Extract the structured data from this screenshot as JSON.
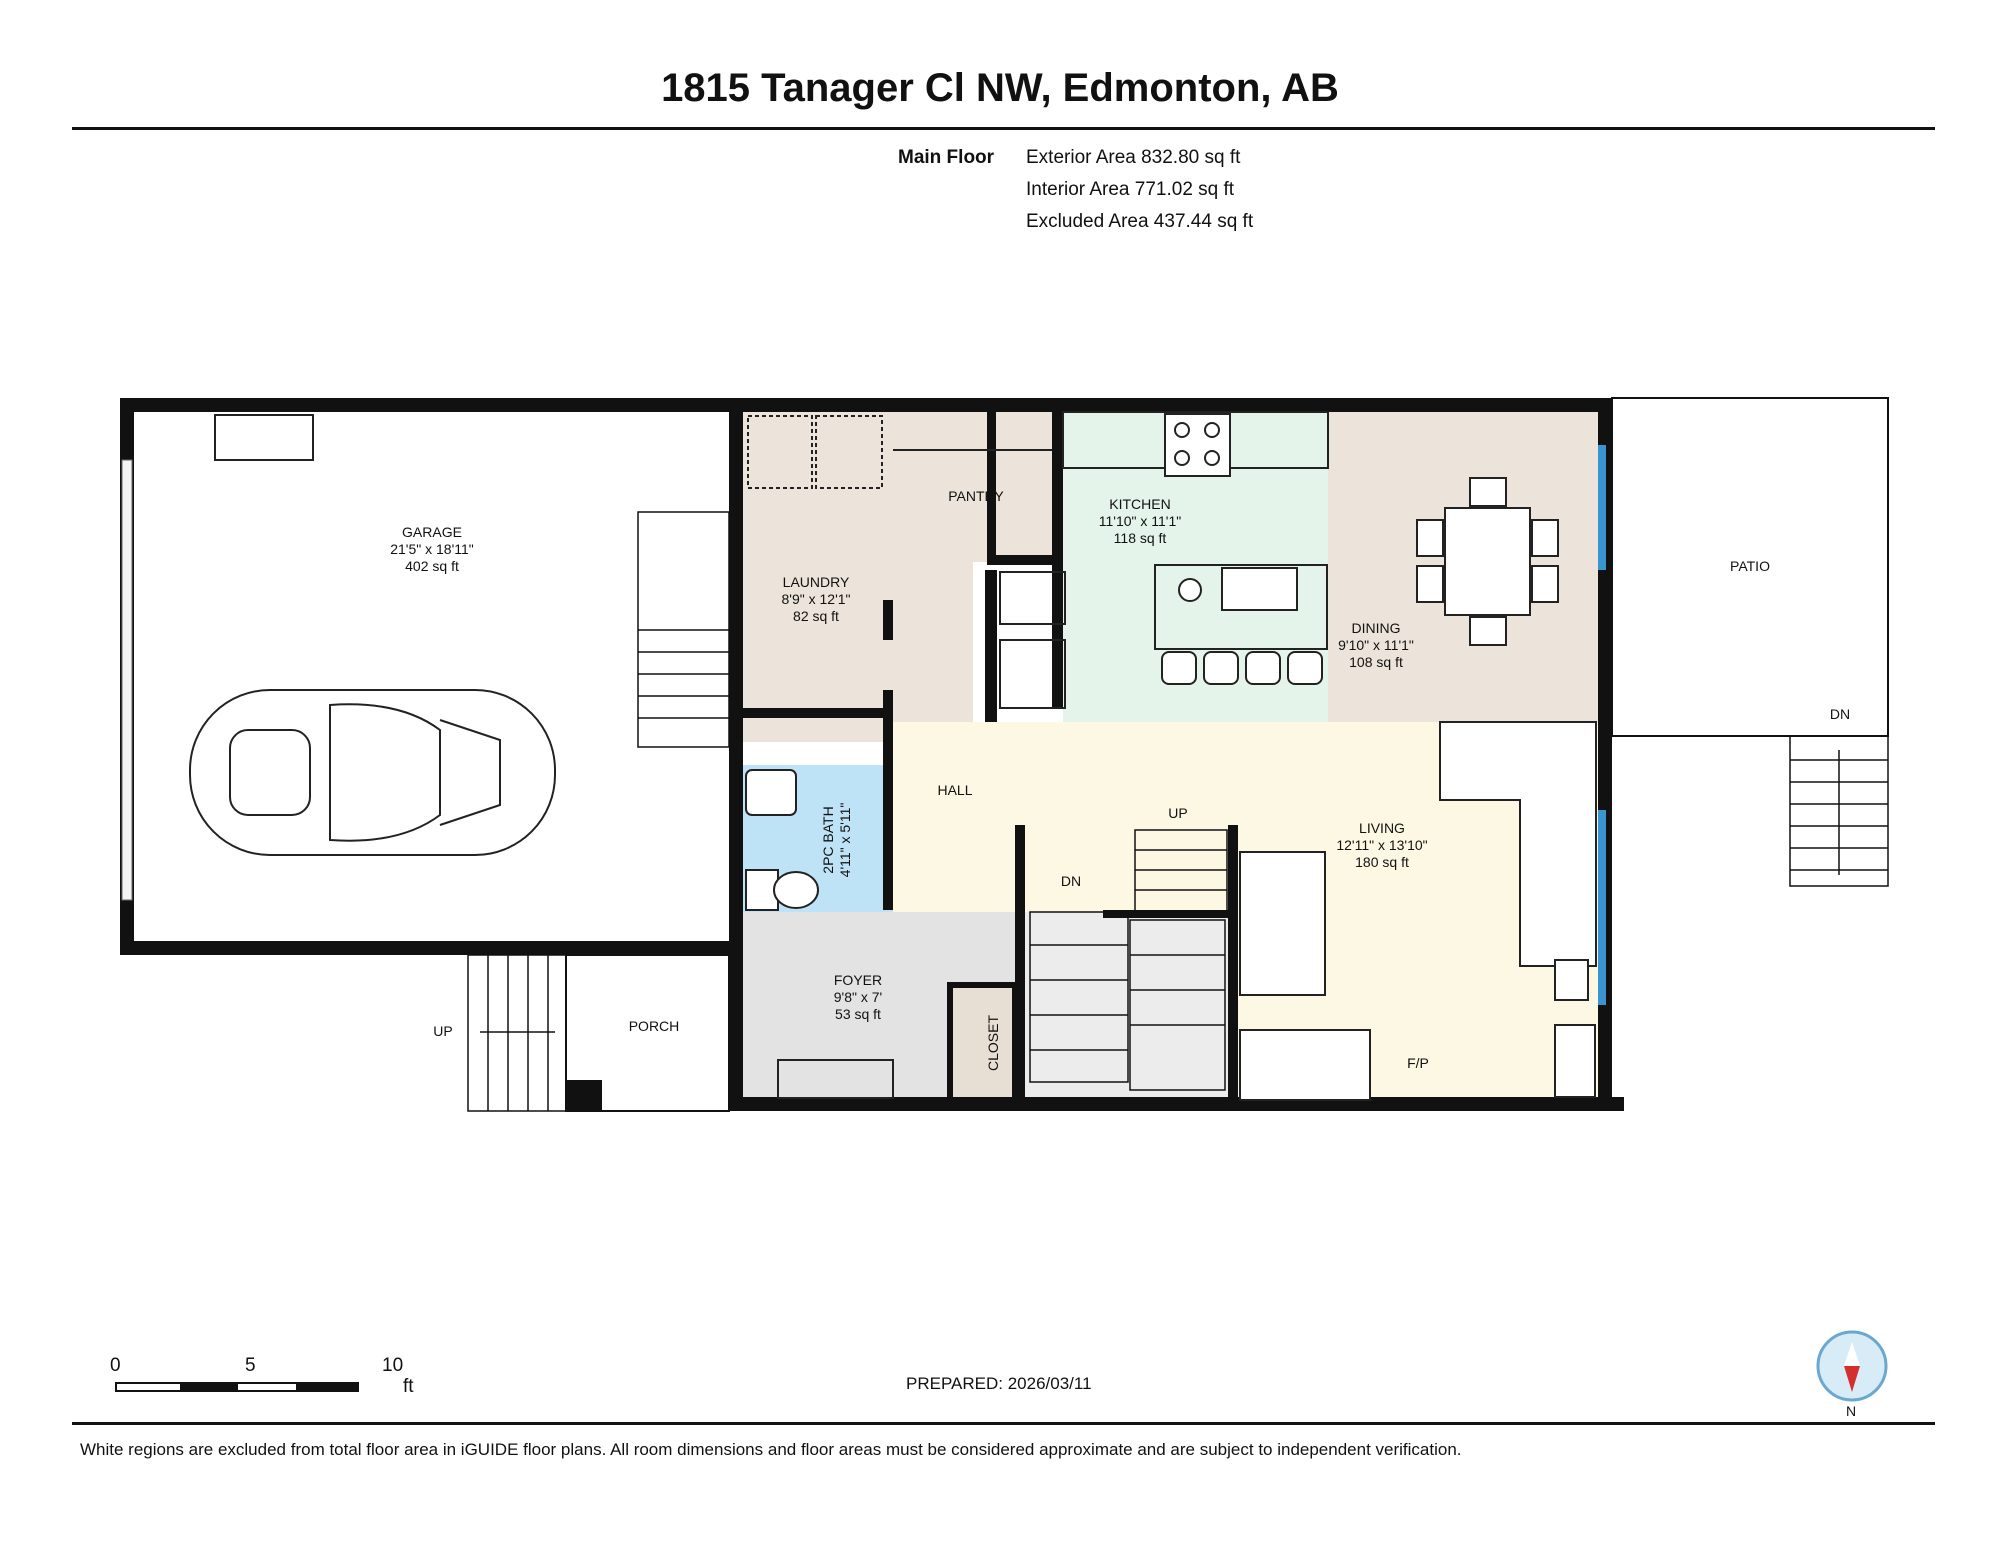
{
  "title": "1815 Tanager Cl NW, Edmonton, AB",
  "floor": {
    "name": "Main Floor",
    "exterior_area": "Exterior Area 832.80 sq ft",
    "interior_area": "Interior Area 771.02 sq ft",
    "excluded_area": "Excluded Area 437.44 sq ft"
  },
  "rooms": {
    "garage": {
      "name": "GARAGE",
      "dims": "21'5\" x 18'11\"",
      "area": "402 sq ft"
    },
    "laundry": {
      "name": "LAUNDRY",
      "dims": "8'9\" x 12'1\"",
      "area": "82 sq ft"
    },
    "pantry": {
      "name": "PANTRY"
    },
    "kitchen": {
      "name": "KITCHEN",
      "dims": "11'10\" x 11'1\"",
      "area": "118 sq ft"
    },
    "dining": {
      "name": "DINING",
      "dims": "9'10\" x 11'1\"",
      "area": "108 sq ft"
    },
    "patio": {
      "name": "PATIO"
    },
    "hall": {
      "name": "HALL"
    },
    "bath": {
      "name": "2PC BATH",
      "dims": "4'11\" x 5'11\""
    },
    "living": {
      "name": "LIVING",
      "dims": "12'11\" x 13'10\"",
      "area": "180 sq ft"
    },
    "foyer": {
      "name": "FOYER",
      "dims": "9'8\" x 7'",
      "area": "53 sq ft"
    },
    "closet": {
      "name": "CLOSET"
    },
    "porch": {
      "name": "PORCH"
    }
  },
  "labels": {
    "up_stair": "UP",
    "dn_stair": "DN",
    "porch_up": "UP",
    "patio_dn": "DN",
    "fireplace": "F/P"
  },
  "scale": {
    "zero": "0",
    "five": "5",
    "ten": "10",
    "unit": "ft"
  },
  "prepared": "PREPARED: 2026/03/11",
  "compass": {
    "north": "N"
  },
  "disclaimer": "White regions are excluded from total floor area in iGUIDE floor plans. All room dimensions and floor areas must be considered approximate and are subject to independent verification.",
  "colors": {
    "kitchen": "#e4f4ea",
    "dining": "#ece4da",
    "laundry": "#ece4da",
    "hall": "#fdf8e4",
    "bath": "#bfe3f6",
    "foyer": "#e3e3e3",
    "window": "#3a94cf"
  }
}
